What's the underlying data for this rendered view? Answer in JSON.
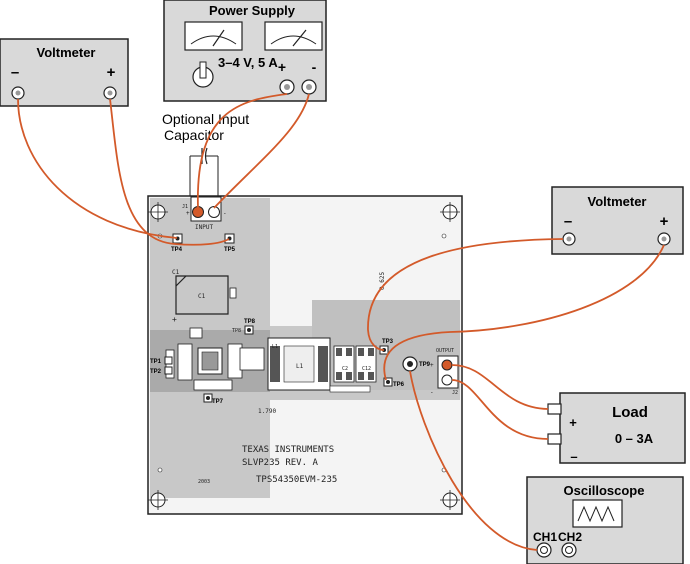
{
  "instruments": {
    "voltmeter_left": {
      "title": "Voltmeter",
      "minus": "–",
      "plus": "+"
    },
    "power_supply": {
      "title": "Power Supply",
      "spec": "3–4 V, 5 A",
      "plus": "+",
      "minus": "-"
    },
    "voltmeter_right": {
      "title": "Voltmeter",
      "minus": "–",
      "plus": "+"
    },
    "load": {
      "title": "Load",
      "range": "0 – 3A",
      "plus": "+",
      "minus": "–"
    },
    "oscilloscope": {
      "title": "Oscilloscope",
      "ch1": "CH1",
      "ch2": "CH2"
    }
  },
  "annotations": {
    "optional_cap_line1": "Optional Input",
    "optional_cap_line2": "Capacitor"
  },
  "board": {
    "input_label": "INPUT",
    "j1": "J1",
    "j2": "J2",
    "output_label": "OUTPUT",
    "tp4": "TP4",
    "tp5": "TP5",
    "tp1": "TP1",
    "tp2": "TP2",
    "tp3": "TP3",
    "tp6": "TP6",
    "tp7": "TP7",
    "tp8": "TP8",
    "tp9": "TP9",
    "c1": "C1",
    "c1b": "C1",
    "c2": "C2",
    "c12": "C12",
    "l1": "L1",
    "l1b": "L1",
    "dim_width": "1.790",
    "dim_height": "0.625",
    "company": "TEXAS INSTRUMENTS",
    "doc": "SLVP235 REV. A",
    "part": "TPS54350EVM-235",
    "year": "2003"
  }
}
